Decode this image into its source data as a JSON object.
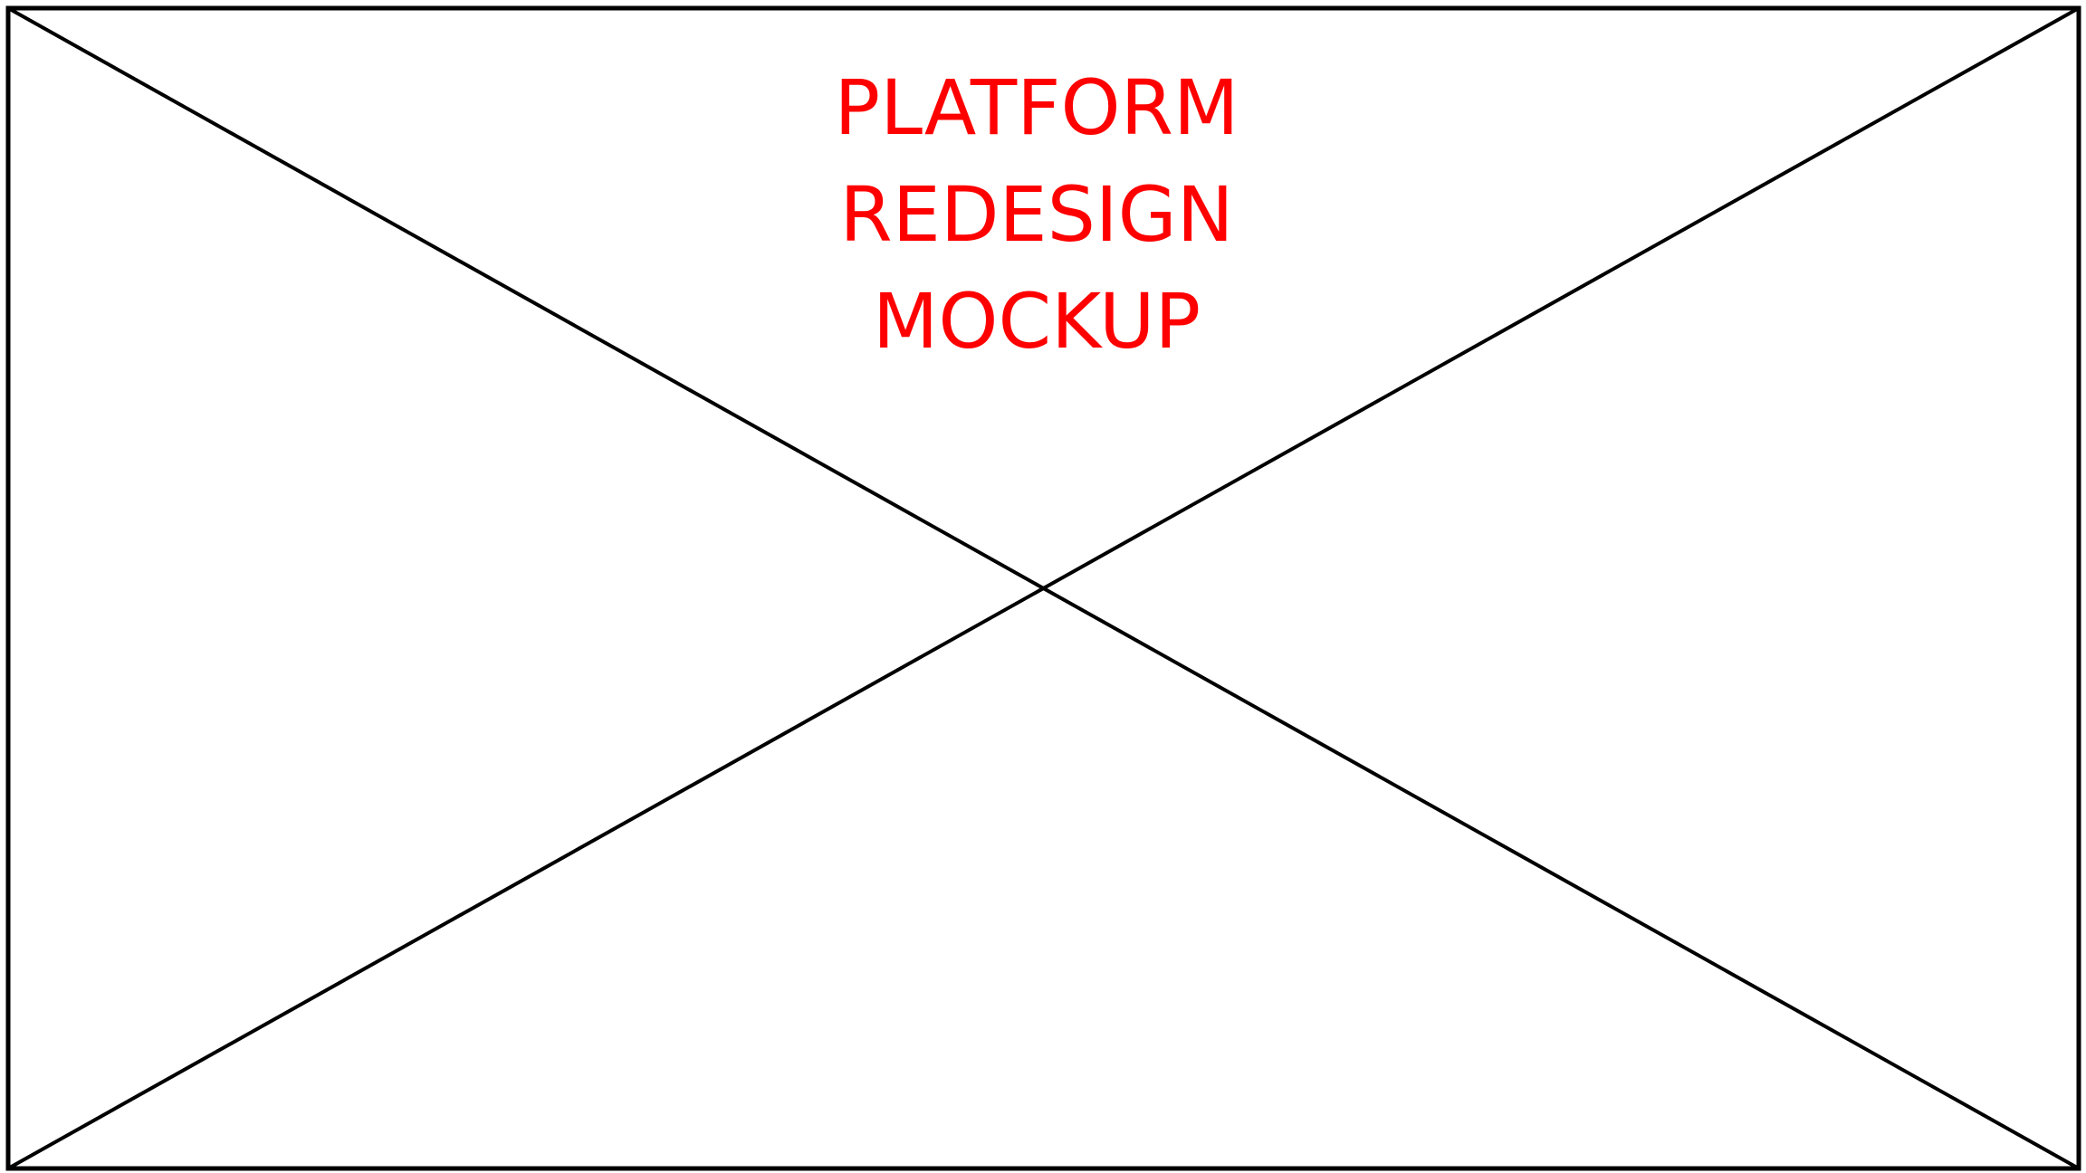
{
  "mockup": {
    "title_lines": [
      "PLATFORM",
      "REDESIGN",
      "MOCKUP"
    ],
    "title_color": "#ff0000",
    "stroke_color": "#000000",
    "background_color": "#ffffff"
  }
}
